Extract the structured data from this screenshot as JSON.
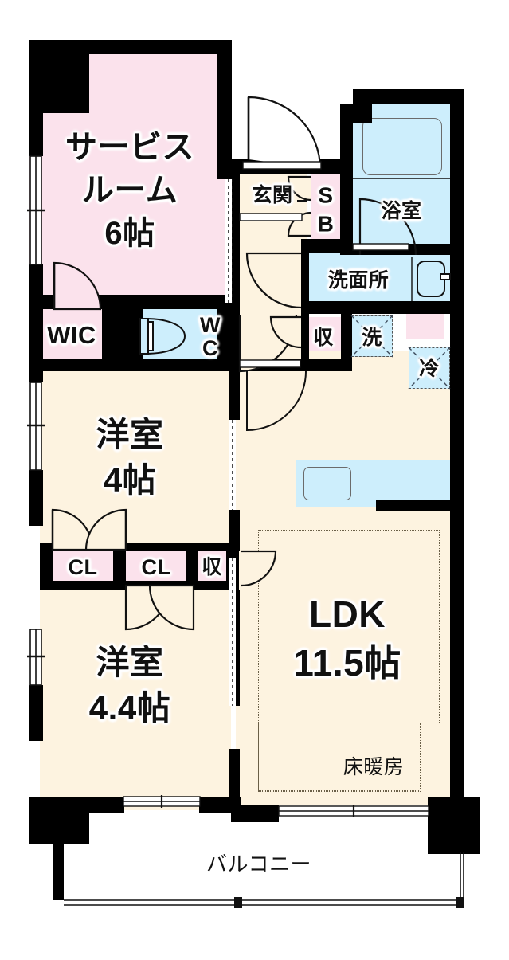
{
  "plan": {
    "title": "Japanese apartment floor plan (madori)",
    "colors": {
      "wall": "#000000",
      "room_beige": "#fdf3e0",
      "closet_pink": "#fbe2ec",
      "water_blue": "#cdeefc",
      "balcony_white": "#ffffff",
      "text": "#111111",
      "dashed_fixture": "#555555",
      "dotted_heating": "#6a5f48"
    },
    "rooms": [
      {
        "id": "service_room",
        "name": "サービスルーム",
        "line1": "サービス",
        "line2": "ルーム",
        "size": "6帖"
      },
      {
        "id": "bedroom_upper",
        "name": "洋室",
        "size": "4帖"
      },
      {
        "id": "bedroom_lower",
        "name": "洋室",
        "size": "4.4帖"
      },
      {
        "id": "ldk",
        "name": "LDK",
        "size": "11.5帖"
      }
    ],
    "labels": {
      "service_line1": "サービス",
      "service_line2": "ルーム",
      "service_size": "6帖",
      "wic": "WIC",
      "wc_line1": "W",
      "wc_line2": "C",
      "genkan": "玄関",
      "sb_line1": "S",
      "sb_line2": "B",
      "bathroom": "浴室",
      "washroom": "洗面所",
      "storage_small_1": "収",
      "storage_small_2": "収",
      "washing_machine": "洗",
      "refrigerator": "冷",
      "bedroom_name": "洋室",
      "bedroom_upper_size": "4帖",
      "bedroom_lower_size": "4.4帖",
      "closet_1": "CL",
      "closet_2": "CL",
      "ldk": "LDK",
      "ldk_size": "11.5帖",
      "floor_heating": "床暖房",
      "balcony": "バルコニー"
    },
    "icon_names": {
      "toilet": "toilet-icon",
      "bathtub": "bathtub-icon",
      "vanity_sink": "vanity-sink-icon",
      "kitchen_sink": "kitchen-sink-icon",
      "washer_slot": "washing-machine-slot-icon",
      "fridge_slot": "refrigerator-slot-icon",
      "door_swing": "door-swing-icon",
      "sliding_window": "sliding-window-icon",
      "floor_heating_area": "floor-heating-area-icon"
    }
  }
}
